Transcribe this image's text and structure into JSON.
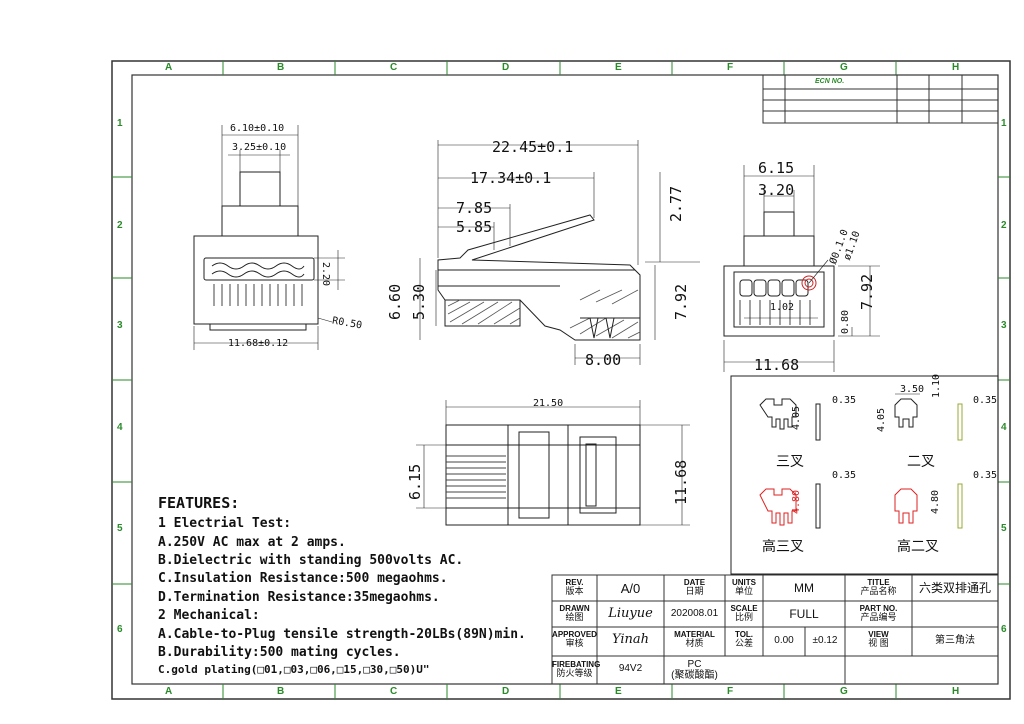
{
  "grid": {
    "columns": [
      "A",
      "B",
      "C",
      "D",
      "E",
      "F",
      "G",
      "H"
    ],
    "rows": [
      "1",
      "2",
      "3",
      "4",
      "5",
      "6"
    ]
  },
  "revision_block": {
    "ecn_no": "ECN NO."
  },
  "dimensions": {
    "front_view": {
      "width_top": "6.10±0.10",
      "width_inner": "3.25±0.10",
      "height": "2.20",
      "radius": "R0.50",
      "width_bottom": "11.68±0.12"
    },
    "side_view": {
      "overall_length": "22.45±0.1",
      "body_length": "17.34±0.1",
      "latch_1": "7.85",
      "latch_2": "5.85",
      "latch_height": "2.77",
      "height_total": "6.60",
      "height_body": "5.30",
      "height_right": "7.92",
      "bottom_length": "8.00"
    },
    "end_view": {
      "top_width": "6.15",
      "tab_width": "3.20",
      "hole_dia_1": "Ø0.1.0",
      "hole_dia_2": "ø1.10",
      "pitch": "1.02",
      "height": "7.92",
      "bottom_gap": "0.80",
      "width": "11.68"
    },
    "top_view": {
      "length": "21.50",
      "width_left": "6.15",
      "width_right": "11.68"
    }
  },
  "contacts": [
    {
      "label": "三叉",
      "thickness": "0.35",
      "height": "4.05",
      "tall": false
    },
    {
      "label": "二叉",
      "thickness": "0.35",
      "height": "4.05",
      "width": "3.50",
      "top": "1.10",
      "tall": false
    },
    {
      "label": "高三叉",
      "thickness": "0.35",
      "height": "4.80",
      "tall": true
    },
    {
      "label": "高二叉",
      "thickness": "0.35",
      "height": "4.80",
      "tall": true
    }
  ],
  "features": {
    "heading": "FEATURES:",
    "lines": [
      "1 Electrial Test:",
      "A.250V AC max at 2 amps.",
      "B.Dielectric with standing 500volts AC.",
      "C.Insulation Resistance:500 megaohms.",
      "D.Termination Resistance:35megaohms.",
      "2 Mechanical:",
      "A.Cable-to-Plug tensile strength-20LBs(89N)min.",
      "B.Durability:500 mating cycles.",
      "C.gold plating(□01,□03,□06,□15,□30,□50)U\""
    ]
  },
  "title_block": {
    "rev_label_en": "REV.",
    "rev_label_cn": "版本",
    "rev_value": "A/0",
    "date_label_en": "DATE",
    "date_label_cn": "日期",
    "units_label_en": "UNITS",
    "units_label_cn": "单位",
    "units_value": "MM",
    "title_label_en": "TITLE",
    "title_label_cn": "产品名称",
    "title_value": "六类双排通孔",
    "drawn_label_en": "DRAWN",
    "drawn_label_cn": "绘图",
    "drawn_value": "Liuyue",
    "date_value": "202008.01",
    "scale_label_en": "SCALE",
    "scale_label_cn": "比例",
    "scale_value": "FULL",
    "part_label_en": "PART NO.",
    "part_label_cn": "产品编号",
    "approved_label_en": "APPROVED",
    "approved_label_cn": "审核",
    "approved_value": "Yinah",
    "material_label_en": "MATERIAL",
    "material_label_cn": "材质",
    "tol_label_en": "TOL.",
    "tol_label_cn": "公差",
    "tol_value_1": "0.00",
    "tol_value_2": "±0.12",
    "view_label_en": "VIEW",
    "view_label_cn": "视  图",
    "view_value": "第三角法",
    "fire_label_en": "FIREBATING",
    "fire_label_cn": "防火等级",
    "fire_value": "94V2",
    "material_value": "PC",
    "material_value_cn": "(聚碳酸酯)"
  }
}
